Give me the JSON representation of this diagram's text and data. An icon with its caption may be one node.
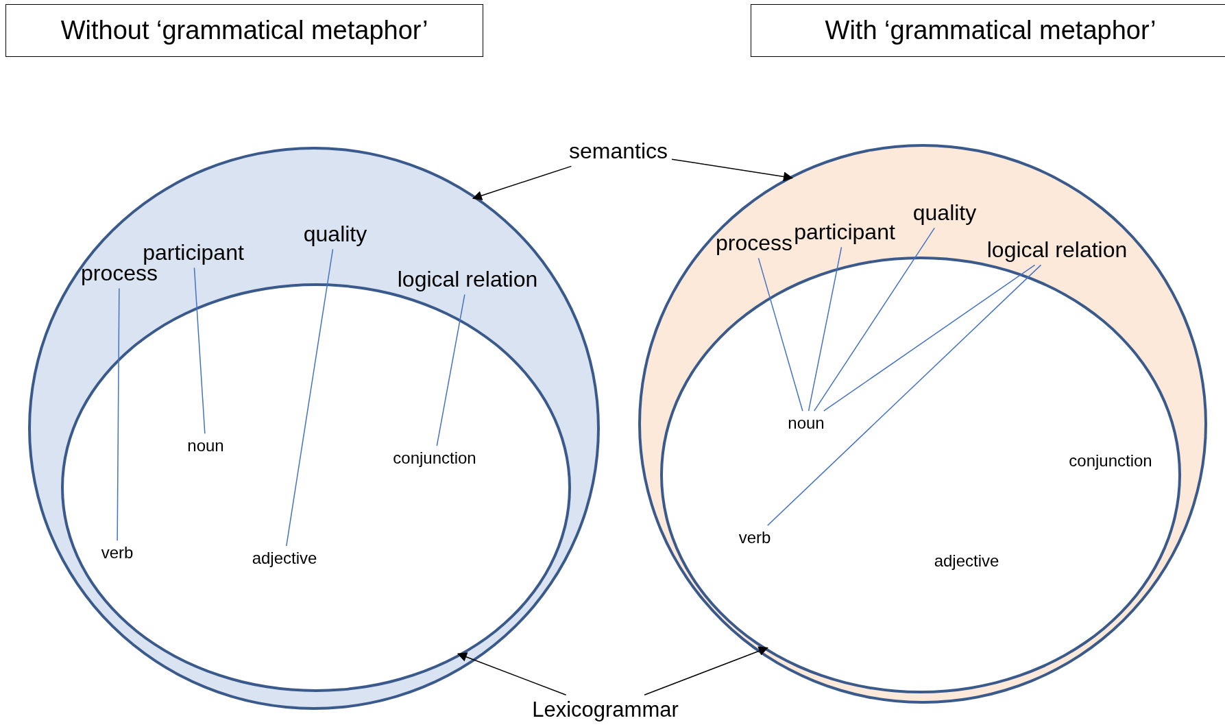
{
  "diagram": {
    "nodes": [
      {
        "text": [
          "Without ‘grammatical metaphor’"
        ]
      },
      {
        "text": [
          "With ‘grammatical metaphor’"
        ]
      },
      {
        "text": [
          "semantics"
        ]
      },
      {
        "text": [],
        "shape": "circle"
      },
      {
        "text": [],
        "shape": "circle",
        "in": 3
      },
      {
        "text": [
          "process"
        ],
        "in": 3
      },
      {
        "text": [
          "participant"
        ],
        "in": 3
      },
      {
        "text": [
          "quality"
        ],
        "in": 3
      },
      {
        "text": [
          "logical relation"
        ],
        "in": 3
      },
      {
        "text": [
          "noun"
        ],
        "in": 4
      },
      {
        "text": [
          "conjunction"
        ],
        "in": 4
      },
      {
        "text": [
          "verb"
        ],
        "in": 4
      },
      {
        "text": [
          "adjective"
        ],
        "in": 4
      },
      {
        "text": [],
        "shape": "circle"
      },
      {
        "text": [],
        "shape": "circle",
        "in": 13
      },
      {
        "text": [
          "participant"
        ],
        "in": 13
      },
      {
        "text": [
          "quality"
        ],
        "in": 13
      },
      {
        "text": [
          "logical relation"
        ],
        "in": 13
      },
      {
        "text": [
          "process"
        ],
        "in": 13
      },
      {
        "text": [
          "noun"
        ],
        "in": 14
      },
      {
        "text": [
          "conjunction"
        ],
        "in": 14
      },
      {
        "text": [
          "verb"
        ],
        "in": 14
      },
      {
        "text": [
          "adjective"
        ],
        "in": 14
      },
      {
        "text": [
          "Lexicogrammar"
        ]
      }
    ],
    "edges": [
      {
        "from": 5,
        "to": 11,
        "arrow": "none"
      },
      {
        "from": 6,
        "to": 9,
        "arrow": "none"
      },
      {
        "from": 7,
        "to": 12,
        "arrow": "none"
      },
      {
        "from": 8,
        "to": 10,
        "arrow": "none"
      },
      {
        "from": 18,
        "to": 19,
        "arrow": "none"
      },
      {
        "from": 15,
        "to": 19,
        "arrow": "none"
      },
      {
        "from": 16,
        "to": 19,
        "arrow": "none"
      },
      {
        "from": 17,
        "to": 19,
        "arrow": "none"
      },
      {
        "from": 17,
        "to": 21,
        "arrow": "none"
      },
      {
        "from": 2,
        "to": 3,
        "arrow": "to",
        "color": "#000000"
      },
      {
        "from": 2,
        "to": 13,
        "arrow": "to",
        "color": "#000000"
      },
      {
        "from": 23,
        "to": 4,
        "arrow": "to",
        "color": "#000000"
      },
      {
        "from": 23,
        "to": 14,
        "arrow": "to",
        "color": "#000000"
      }
    ]
  }
}
